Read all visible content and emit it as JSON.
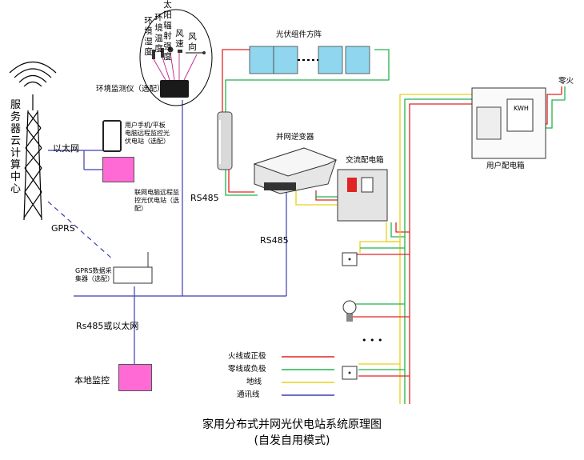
{
  "labels": {
    "server_cloud": "服务器云计算中心",
    "ethernet": "以太网",
    "gprs": "GPRS",
    "env_monitor": "环境监测仪（选配）",
    "env_humidity": "环境湿度",
    "env_temp": "环境温度",
    "solar_radiation": "太阳辐射强度",
    "wind_speed": "风速",
    "wind_direction": "风向",
    "pv_array": "光伏组件方阵",
    "inverter": "并网逆变器",
    "ac_box": "交流配电箱",
    "user_box": "用户配电箱",
    "zero_fire": "零火",
    "phone_label": "用户手机/平板电脑远程监控光伏电站（选配）",
    "pc_remote_label": "联网电脑远程监控光伏电站（选配）",
    "rs485_left": "RS485",
    "rs485_right": "RS485",
    "gprs_collector": "GPRS数据采集器（选配）",
    "rs485_ethernet": "Rs485或以太网",
    "local_monitor": "本地监控",
    "meter": "KWH",
    "dots": "• • •"
  },
  "legend": [
    {
      "label": "火线或正极",
      "color": "#e02424"
    },
    {
      "label": "零线或负极",
      "color": "#22b34a"
    },
    {
      "label": "地线",
      "color": "#e6d21a"
    },
    {
      "label": "通讯线",
      "color": "#3b3fb0"
    }
  ],
  "title": {
    "line1": "家用分布式并网光伏电站系统原理图",
    "line2": "(自发自用模式)"
  }
}
